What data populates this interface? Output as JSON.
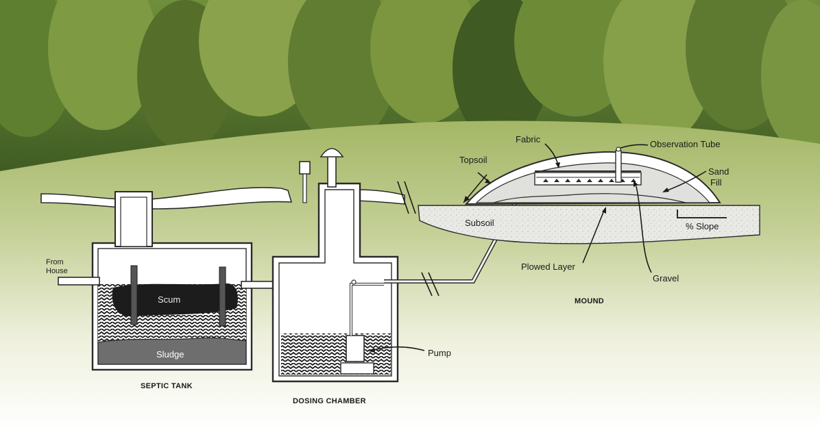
{
  "diagram": {
    "labels": {
      "from_house": [
        "From",
        "House"
      ],
      "scum": "Scum",
      "sludge": "Sludge",
      "septic_tank": "SEPTIC TANK",
      "dosing_chamber": "DOSING CHAMBER",
      "pump": "Pump",
      "topsoil": "Topsoil",
      "fabric": "Fabric",
      "observation_tube": "Observation Tube",
      "sand_fill": [
        "Sand",
        "Fill"
      ],
      "subsoil": "Subsoil",
      "slope": "% Slope",
      "plowed_layer": "Plowed Layer",
      "gravel": "Gravel",
      "mound": "MOUND"
    }
  }
}
